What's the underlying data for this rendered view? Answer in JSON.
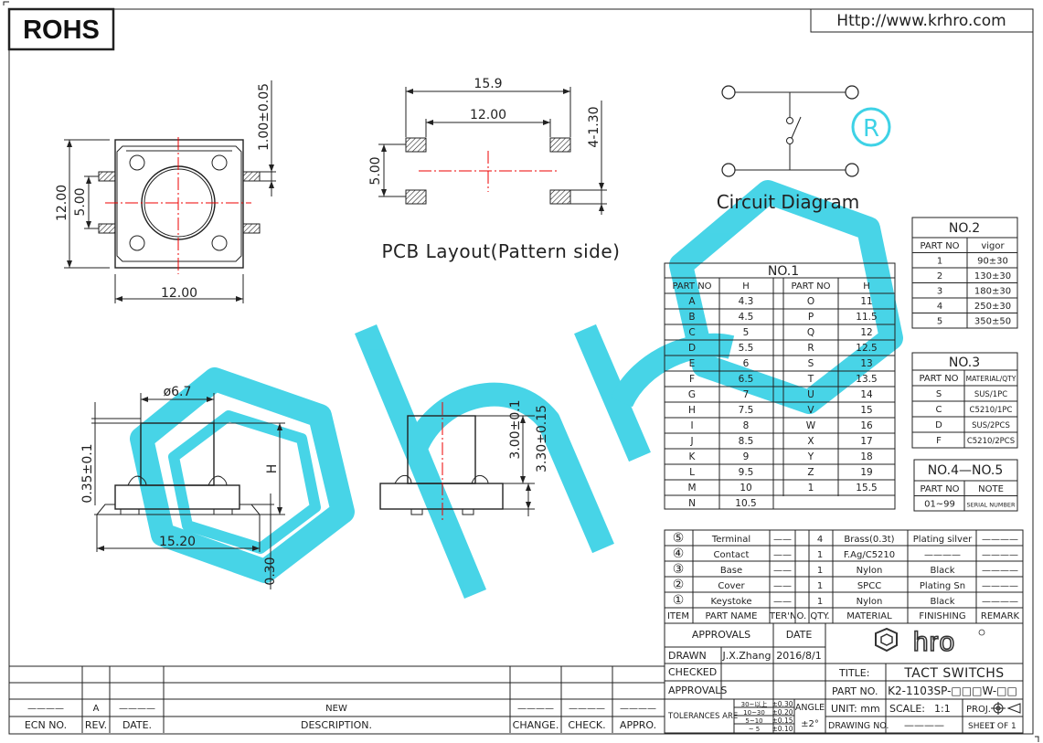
{
  "header": {
    "rohs": "ROHS",
    "website": "Http://www.krhro.com"
  },
  "drawings": {
    "top_view": {
      "width": "12.00",
      "height": "12.00",
      "pin_pitch": "5.00",
      "pin_thickness": "1.00±0.05"
    },
    "pcb_layout": {
      "title": "PCB Layout(Pattern side)",
      "outer": "15.9",
      "inner": "12.00",
      "pitch": "5.00",
      "pad": "4-1.30"
    },
    "circuit": {
      "title": "Circuit Diagram"
    },
    "side_view": {
      "diameter": "ø6.7",
      "offset": "0.35±0.1",
      "height_label": "H",
      "length": "15.20",
      "thickness": "0.30",
      "body_h": "3.00±0.1",
      "total_h": "3.30±0.15"
    }
  },
  "no1": {
    "title": "NO.1",
    "headers": [
      "PART NO",
      "H",
      "PART NO",
      "H"
    ],
    "rows": [
      [
        "A",
        "4.3",
        "O",
        "11"
      ],
      [
        "B",
        "4.5",
        "P",
        "11.5"
      ],
      [
        "C",
        "5",
        "Q",
        "12"
      ],
      [
        "D",
        "5.5",
        "R",
        "12.5"
      ],
      [
        "E",
        "6",
        "S",
        "13"
      ],
      [
        "F",
        "6.5",
        "T",
        "13.5"
      ],
      [
        "G",
        "7",
        "U",
        "14"
      ],
      [
        "H",
        "7.5",
        "V",
        "15"
      ],
      [
        "I",
        "8",
        "W",
        "16"
      ],
      [
        "J",
        "8.5",
        "X",
        "17"
      ],
      [
        "K",
        "9",
        "Y",
        "18"
      ],
      [
        "L",
        "9.5",
        "Z",
        "19"
      ],
      [
        "M",
        "10",
        "1",
        "15.5"
      ],
      [
        "N",
        "10.5",
        "",
        ""
      ]
    ]
  },
  "no2": {
    "title": "NO.2",
    "headers": [
      "PART NO",
      "vigor"
    ],
    "rows": [
      [
        "1",
        "90±30"
      ],
      [
        "2",
        "130±30"
      ],
      [
        "3",
        "180±30"
      ],
      [
        "4",
        "250±30"
      ],
      [
        "5",
        "350±50"
      ]
    ]
  },
  "no3": {
    "title": "NO.3",
    "headers": [
      "PART NO",
      "MATERIAL/QTY"
    ],
    "rows": [
      [
        "S",
        "SUS/1PC"
      ],
      [
        "C",
        "C5210/1PC"
      ],
      [
        "D",
        "SUS/2PCS"
      ],
      [
        "F",
        "C5210/2PCS"
      ]
    ]
  },
  "no45": {
    "title": "NO.4—NO.5",
    "headers": [
      "PART NO",
      "NOTE"
    ],
    "rows": [
      [
        "01~99",
        "SERIAL NUMBER"
      ]
    ]
  },
  "bom": {
    "rows": [
      [
        "⑤",
        "Terminal",
        "——",
        "4",
        "Brass(0.3t)",
        "Plating silver",
        "————"
      ],
      [
        "④",
        "Contact",
        "——",
        "1",
        "F.Ag/C5210",
        "————",
        "————"
      ],
      [
        "③",
        "Base",
        "——",
        "1",
        "Nylon",
        "Black",
        "————"
      ],
      [
        "②",
        "Cover",
        "——",
        "1",
        "SPCC",
        "Plating Sn",
        "————"
      ],
      [
        "①",
        "Keystoke",
        "——",
        "1",
        "Nylon",
        "Black",
        "————"
      ]
    ],
    "headers": [
      "ITEM",
      "PART NAME",
      "TER'NO.",
      "QTY.",
      "MATERIAL",
      "FINISHING",
      "REMARK"
    ]
  },
  "title_block": {
    "approvals": "APPROVALS",
    "date": "DATE",
    "drawn": "DRAWN",
    "drawn_by": "J.X.Zhang",
    "drawn_date": "2016/8/1",
    "checked": "CHECKED",
    "approvals2": "APPROVALS",
    "tolerances": "TOLERANCES ARE",
    "tol_rows": [
      [
        "30~以上",
        "±0.30"
      ],
      [
        "10~30",
        "±0.20"
      ],
      [
        "5~10",
        "±0.15"
      ],
      [
        "~ 5",
        "±0.10"
      ]
    ],
    "angle": "ANGLE",
    "angle_val": "±2°",
    "title_label": "TITLE:",
    "title_val": "TACT SWITCHS",
    "part_label": "PART NO.",
    "part_val": "K2-1103SP-□□□W-□□",
    "unit": "UNIT: mm",
    "scale": "SCALE:",
    "scale_val": "1:1",
    "proj": "PROJ.",
    "drawing_no": "DRAWING NO.",
    "drawing_no_val": "————",
    "sheet": "SHEET",
    "sheet_val": "1 OF 1",
    "logo": "hro"
  },
  "revision": {
    "row": [
      "————",
      "A",
      "————",
      "NEW",
      "————",
      "————",
      "————"
    ],
    "headers": [
      "ECN NO.",
      "REV.",
      "DATE.",
      "DESCRIPTION.",
      "CHANGE.",
      "CHECK.",
      "APPRO."
    ]
  }
}
